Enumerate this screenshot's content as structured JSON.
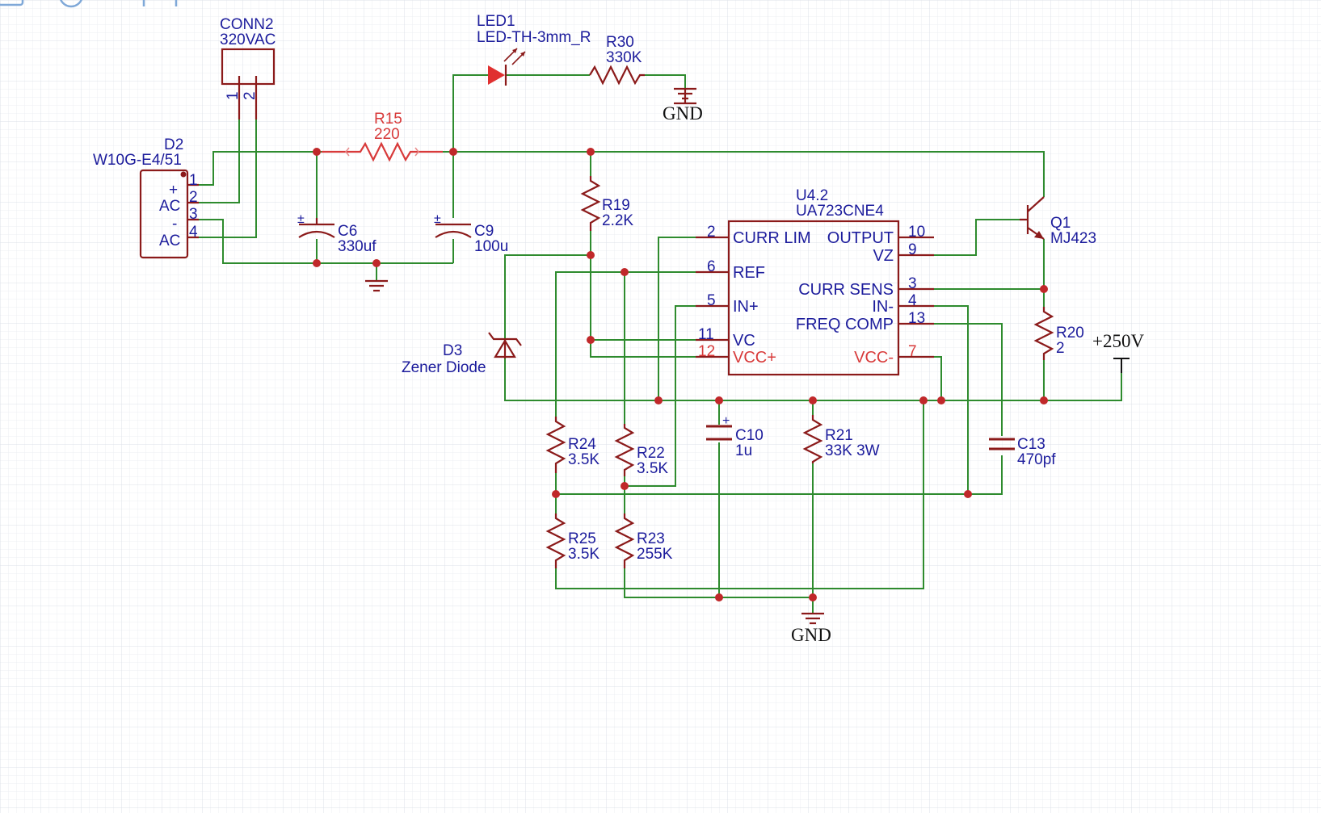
{
  "components": {
    "conn2": {
      "ref": "CONN2",
      "value": "320VAC",
      "pin1": "1",
      "pin2": "2"
    },
    "led1": {
      "ref": "LED1",
      "value": "LED-TH-3mm_R"
    },
    "r30": {
      "ref": "R30",
      "value": "330K"
    },
    "r15": {
      "ref": "R15",
      "value": "220"
    },
    "d2": {
      "ref": "D2",
      "value": "W10G-E4/51",
      "labels": [
        "+",
        "AC",
        "-",
        "AC"
      ],
      "pins": [
        "1",
        "2",
        "3",
        "4"
      ]
    },
    "c6": {
      "ref": "C6",
      "value": "330uf"
    },
    "c9": {
      "ref": "C9",
      "value": "100u"
    },
    "r19": {
      "ref": "R19",
      "value": "2.2K"
    },
    "u4": {
      "ref": "U4.2",
      "value": "UA723CNE4",
      "left_pins": [
        {
          "num": "2",
          "name": "CURR LIM"
        },
        {
          "num": "6",
          "name": "REF"
        },
        {
          "num": "5",
          "name": "IN+"
        },
        {
          "num": "11",
          "name": "VC"
        },
        {
          "num": "12",
          "name": "VCC+"
        }
      ],
      "right_pins": [
        {
          "num": "10",
          "name": "OUTPUT"
        },
        {
          "num": "9",
          "name": "VZ"
        },
        {
          "num": "3",
          "name": "CURR SENS"
        },
        {
          "num": "4",
          "name": "IN-"
        },
        {
          "num": "13",
          "name": "FREQ COMP"
        },
        {
          "num": "7",
          "name": "VCC-"
        }
      ]
    },
    "q1": {
      "ref": "Q1",
      "value": "MJ423"
    },
    "r20": {
      "ref": "R20",
      "value": "2"
    },
    "d3": {
      "ref": "D3",
      "value": "Zener Diode"
    },
    "r24": {
      "ref": "R24",
      "value": "3.5K"
    },
    "r22": {
      "ref": "R22",
      "value": "3.5K"
    },
    "c10": {
      "ref": "C10",
      "value": "1u"
    },
    "r21": {
      "ref": "R21",
      "value": "33K 3W"
    },
    "c13": {
      "ref": "C13",
      "value": "470pf"
    },
    "r25": {
      "ref": "R25",
      "value": "3.5K"
    },
    "r23": {
      "ref": "R23",
      "value": "255K"
    }
  },
  "nets": {
    "gnd_top": "GND",
    "gnd_bottom": "GND",
    "output": "+250V"
  },
  "colors": {
    "wire": "#2e8b2e",
    "symbol": "#8b1a1a",
    "label": "#1c1c9c",
    "highlight": "#d83a3a",
    "junction": "#c0282a",
    "grid_minor": "#eceff3",
    "grid_major": "#dde2e8"
  },
  "toolbar_icons": [
    "save-icon",
    "circle-icon",
    "pin-icon"
  ]
}
